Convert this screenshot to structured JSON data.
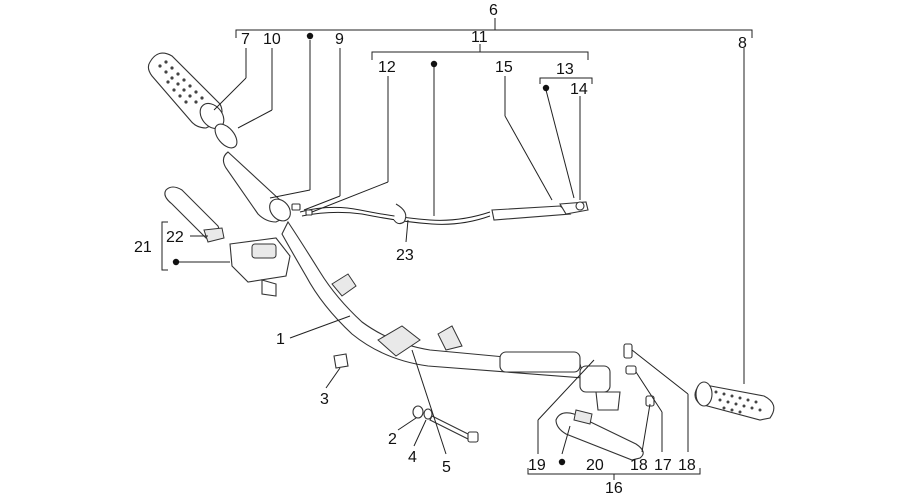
{
  "diagram": {
    "labels": {
      "l1": "1",
      "l2": "2",
      "l3": "3",
      "l4": "4",
      "l5": "5",
      "l6": "6",
      "l7": "7",
      "l8": "8",
      "l9": "9",
      "l10": "10",
      "l11": "11",
      "l12": "12",
      "l13": "13",
      "l14": "14",
      "l15": "15",
      "l16": "16",
      "l17": "17",
      "l18a": "18",
      "l18b": "18",
      "l19": "19",
      "l20": "20",
      "l21": "21",
      "l22": "22",
      "l23": "23"
    }
  }
}
